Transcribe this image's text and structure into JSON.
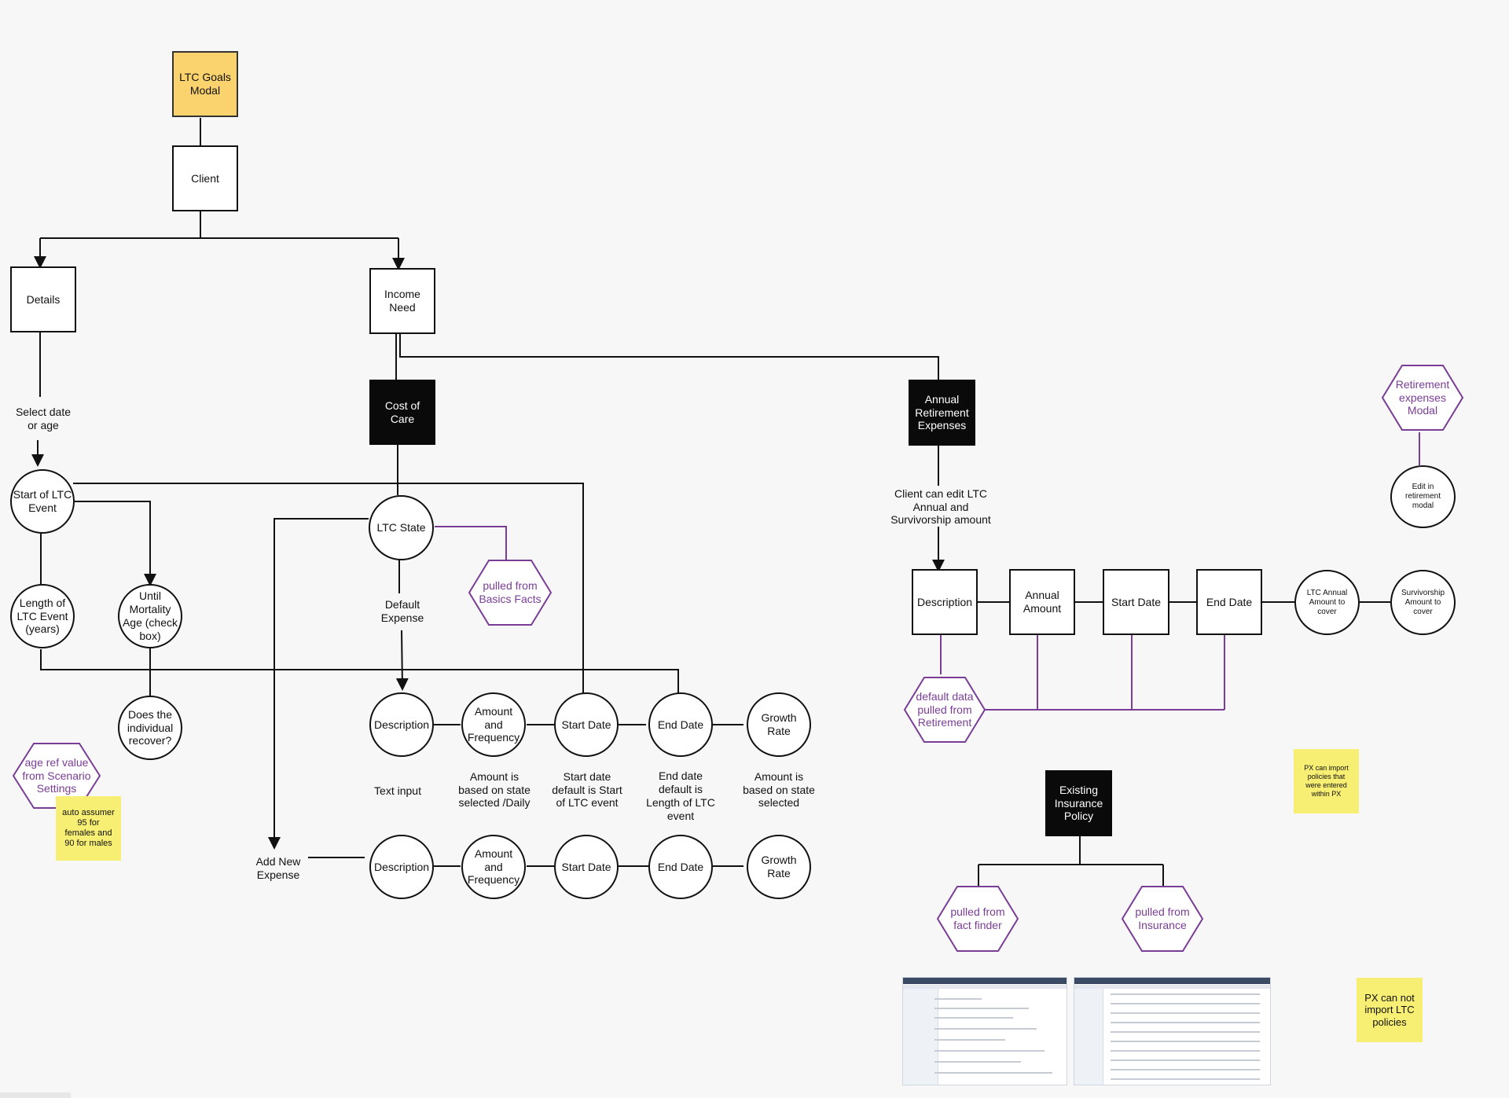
{
  "colors": {
    "line": "#111111",
    "purple": "#7a3d96",
    "gold": "#fbd36e",
    "sticky": "#f7ee74",
    "dark": "#0a0a0a"
  },
  "boxes": {
    "ltc_goals_modal": "LTC Goals\nModal",
    "client": "Client",
    "details": "Details",
    "income_need": "Income\nNeed",
    "cost_of_care": "Cost of\nCare",
    "annual_retirement_expenses": "Annual\nRetirement\nExpenses",
    "existing_insurance_policy": "Existing\nInsurance\nPolicy",
    "ret_description": "Description",
    "ret_annual_amount": "Annual\nAmount",
    "ret_start_date": "Start Date",
    "ret_end_date": "End Date"
  },
  "circles": {
    "start_ltc_event": "Start of LTC\nEvent",
    "length_ltc_event": "Length of\nLTC Event\n(years)",
    "until_mortality": "Until\nMortality\nAge (check\nbox)",
    "does_recover": "Does the\nindividual\nrecover?",
    "ltc_state": "LTC State",
    "row1_description": "Description",
    "row1_amount_frequency": "Amount\nand\nFrequency",
    "row1_start_date": "Start Date",
    "row1_end_date": "End Date",
    "row1_growth_rate": "Growth\nRate",
    "row2_description": "Description",
    "row2_amount_frequency": "Amount\nand\nFrequency",
    "row2_start_date": "Start Date",
    "row2_end_date": "End Date",
    "row2_growth_rate": "Growth\nRate",
    "ltc_annual_amount": "LTC Annual\nAmount to\ncover",
    "survivorship_amount": "Survivorship\nAmount to\ncover",
    "edit_in_retirement": "Edit in\nretirement\nmodal"
  },
  "hexes": {
    "pulled_basics_facts": "pulled from\nBasics Facts",
    "age_ref_value": "age ref value\nfrom Scenario\nSettings",
    "default_data_retirement": "default data\npulled from\nRetirement",
    "retirement_expenses_modal": "Retirement\nexpenses\nModal",
    "pulled_fact_finder": "pulled from\nfact finder",
    "pulled_insurance": "pulled from\nInsurance"
  },
  "labels": {
    "select_date_or_age": "Select date\nor age",
    "default_expense": "Default\nExpense",
    "client_can_edit": "Client can edit LTC\nAnnual and\nSurvivorship amount",
    "text_input": "Text input",
    "amount_based_on_state": "Amount is\nbased on state\nselected /Daily",
    "start_date_default": "Start date\ndefault is Start\nof LTC event",
    "end_date_default": "End date\ndefault is\nLength of LTC\nevent",
    "growth_amount_based": "Amount is\nbased on state\nselected",
    "add_new_expense": "Add New\nExpense"
  },
  "stickies": {
    "auto_assume": "auto assumer\n95 for\nfemales and\n90 for males",
    "px_can_import": "PX can import\npolicies that\nwere entered\nwithin PX",
    "px_can_not_import": "PX can not\nimport LTC\npolicies"
  },
  "thumbnails": {
    "left_screenshot_title": "Long Term Care",
    "right_screenshot_title": "Insurance"
  }
}
